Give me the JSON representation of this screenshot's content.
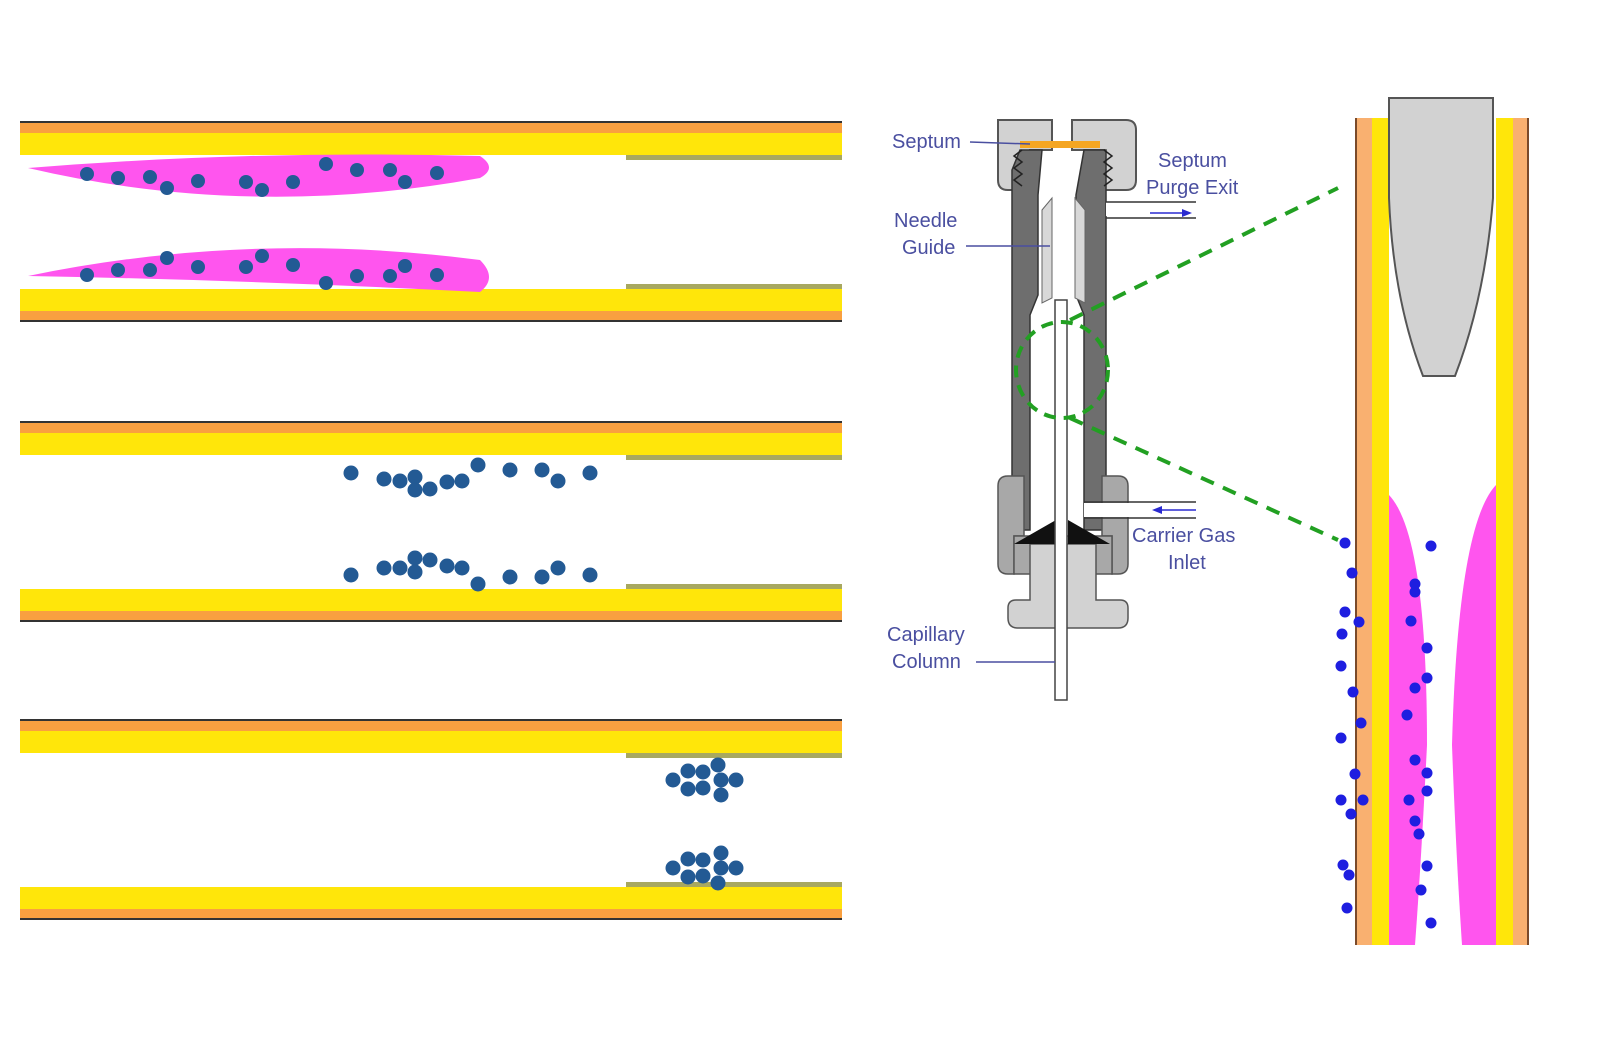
{
  "colors": {
    "orange": "#f9a040",
    "yellow": "#ffe60a",
    "film": "#a8a860",
    "stationary_phase": "#ff55ee",
    "analyte": "#235a94",
    "analyte_zoom": "#1e1ee0",
    "label": "#4a4fa0",
    "zoom_lines": "#22a022",
    "metal_dark": "#6e6e6e",
    "metal_mid": "#a8a8a8",
    "metal_light": "#d2d2d2",
    "septum": "#f5a623",
    "ferrule": "#111111"
  },
  "panels": [
    {
      "name": "solvent-film-stage",
      "description": "Solvent film with analytes dissolved"
    },
    {
      "name": "solvent-evaporating-stage",
      "description": "Analytes concentrating"
    },
    {
      "name": "focused-band-stage",
      "description": "Analytes focused at stationary phase"
    }
  ],
  "injector": {
    "labels": {
      "septum": "Septum",
      "septum_purge_line1": "Septum",
      "septum_purge_line2": "Purge Exit",
      "needle_guide_line1": "Needle",
      "needle_guide_line2": "Guide",
      "carrier_gas_line1": "Carrier Gas",
      "carrier_gas_line2": "Inlet",
      "capillary_line1": "Capillary",
      "capillary_line2": "Column"
    }
  }
}
